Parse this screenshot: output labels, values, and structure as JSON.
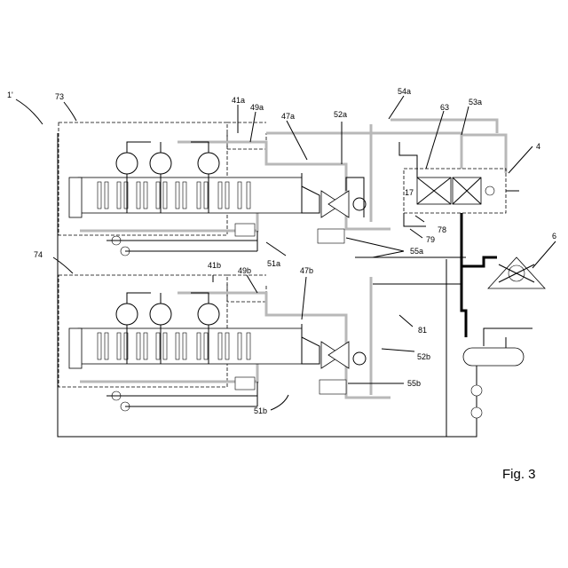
{
  "figure_caption": "Fig. 3",
  "labels": {
    "system": "1'",
    "plant_a": "73",
    "plant_b": "74",
    "l41a": "41a",
    "l49a": "49a",
    "l47a": "47a",
    "l52a": "52a",
    "l54a": "54a",
    "l53a": "53a",
    "l63": "63",
    "l4": "4",
    "l17": "17",
    "l78": "78",
    "l79": "79",
    "l51a": "51a",
    "l55a": "55a",
    "l6": "6",
    "l41b": "41b",
    "l49b": "49b",
    "l47b": "47b",
    "l81": "81",
    "l52b": "52b",
    "l55b": "55b",
    "l51b": "51b"
  }
}
